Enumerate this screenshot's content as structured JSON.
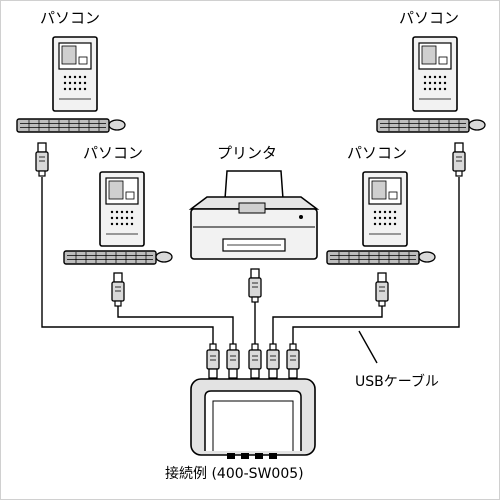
{
  "labels": {
    "pc": "パソコン",
    "printer": "プリンタ",
    "cable": "USBケーブル",
    "caption": "接続例 (400-SW005)"
  },
  "colors": {
    "line": "#000000",
    "gray_fill": "#d9d9d9",
    "light_fill": "#f2f2f2",
    "screen": "#cfcfcf"
  },
  "icons": [
    "desktop-pc-icon",
    "keyboard-icon",
    "mouse-icon",
    "printer-icon",
    "usb-plug-icon",
    "usb-switch-icon"
  ]
}
